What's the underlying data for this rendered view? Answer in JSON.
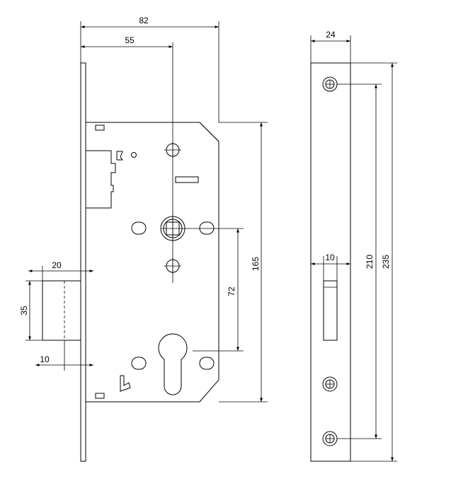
{
  "diagram": {
    "dimensions": {
      "body_width": "82",
      "backset": "55",
      "faceplate_width": "24",
      "case_height": "165",
      "center_distance": "72",
      "latch_projection": "20",
      "latch_height": "35",
      "latch_offset": "10",
      "slot_width": "10",
      "screw_spacing": "210",
      "faceplate_height": "235"
    },
    "colors": {
      "line": "#000000",
      "background": "#ffffff"
    }
  }
}
